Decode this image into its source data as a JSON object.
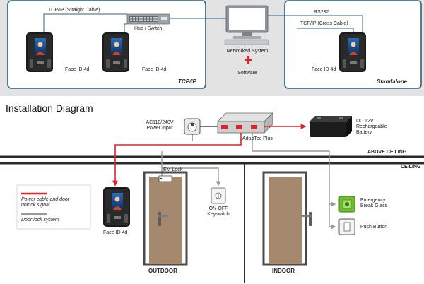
{
  "colors": {
    "panel_border": "#2f5f7f",
    "top_band": "#e3e3e3",
    "power_line": "#d8262b",
    "lock_line": "#9a9a9a",
    "door": "#a4896e",
    "door_frame": "#4a4a4a",
    "ceiling_line": "#2a2a2a"
  },
  "top": {
    "tcpip_panel": {
      "cable_label": "TCP/IP (Straight Cable)",
      "hub_label": "Hub / Switch",
      "device1_label": "Face ID 4d",
      "device2_label": "Face ID 4d",
      "panel_title": "TCP/IP"
    },
    "center": {
      "computer_label": "Networked System",
      "plus_symbol": "+",
      "software_label": "Software"
    },
    "standalone_panel": {
      "rs232_label": "RS232",
      "cable_label": "TCP/IP (Cross Cable)",
      "device_label": "Face ID 4d",
      "panel_title": "Standalone"
    }
  },
  "installation": {
    "title": "Installation Diagram",
    "power_input_label_line1": "AC110/240V",
    "power_input_label_line2": "Power Input",
    "adaptec_label": "AdapTec Plus",
    "battery_label_line1": "DC 12V",
    "battery_label_line2": "Rechargeable",
    "battery_label_line3": "Battery",
    "above_ceiling_label": "ABOVE CEILING",
    "ceiling_label": "CEILING",
    "em_lock_label": "EM Lock",
    "keyswitch_label_line1": "ON-OFF",
    "keyswitch_label_line2": "Keyswitch",
    "device_label": "Face ID 4d",
    "outdoor_label": "OUTDOOR",
    "indoor_label": "INDOOR",
    "emergency_label_line1": "Emergency",
    "emergency_label_line2": "Break Glass",
    "push_button_label": "Push Button",
    "legend": {
      "power_label_line1": "Power cable and door",
      "power_label_line2": "unlock signal",
      "lock_label": "Door lock system"
    }
  }
}
